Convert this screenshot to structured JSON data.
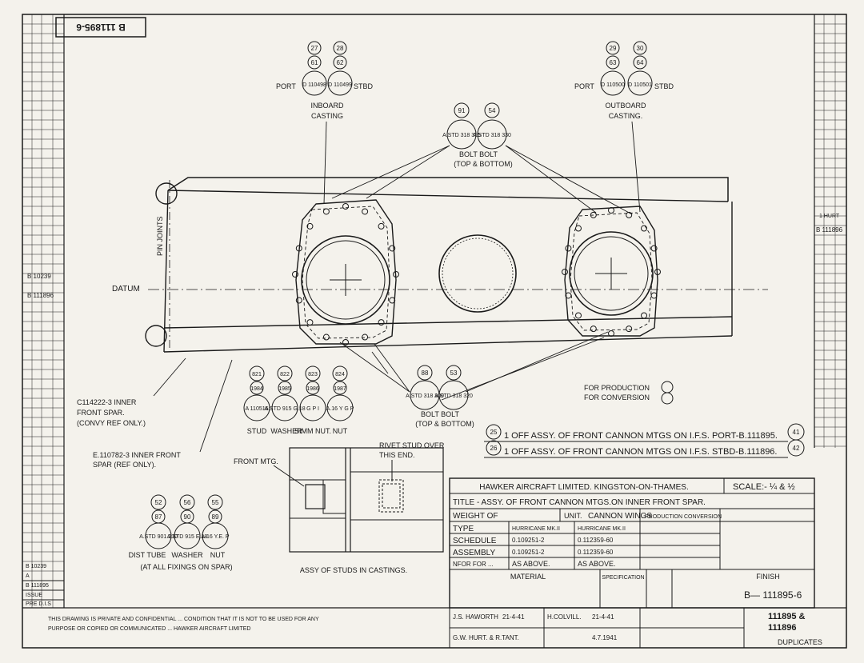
{
  "drawing_number_tag": "B 111895-6",
  "left_margin_refs": [
    "B 10239",
    "B 111896"
  ],
  "right_margin_refs": [
    "1 HURT",
    "B 111896"
  ],
  "datum_label": "DATUM",
  "pin_joints_label": "PIN JOINTS",
  "balloons": {
    "inboard": {
      "items": [
        [
          "27",
          "61",
          "D 110498"
        ],
        [
          "28",
          "62",
          "D 110499"
        ]
      ],
      "port": "PORT",
      "stbd": "STBD",
      "caption_1": "INBOARD",
      "caption_2": "CASTING"
    },
    "outboard": {
      "items": [
        [
          "29",
          "63",
          "D 110500"
        ],
        [
          "30",
          "64",
          "D 110501"
        ]
      ],
      "port": "PORT",
      "stbd": "STBD",
      "caption_1": "OUTBOARD",
      "caption_2": "CASTING."
    },
    "bolt_top": {
      "items": [
        [
          "91",
          "A.STD 318 315"
        ],
        [
          "54",
          "A.STD 318 330"
        ]
      ],
      "caption_1": "BOLT    BOLT",
      "caption_2": "(TOP & BOTTOM)"
    },
    "bolt_bottom": {
      "items": [
        [
          "88",
          "A.STD 318 300"
        ],
        [
          "53",
          "A.STD 318 320"
        ]
      ],
      "caption_1": "BOLT    BOLT",
      "caption_2": "(TOP & BOTTOM)"
    },
    "studs": {
      "items": [
        [
          "821",
          "1984",
          "A 110515",
          "STUD"
        ],
        [
          "822",
          "1985",
          "A.STD 915 G.18",
          "WASHER"
        ],
        [
          "823",
          "1986",
          "G P I",
          "SIMM NUT."
        ],
        [
          "824",
          "1987",
          "A.16 Y G P",
          "NUT"
        ]
      ]
    },
    "tubes": {
      "items": [
        [
          "52",
          "87",
          "A.STD 901 210",
          "DIST TUBE"
        ],
        [
          "56",
          "90",
          "A.STD 915 E.18",
          "WASHER"
        ],
        [
          "55",
          "89",
          "A.16 Y.E. P",
          "NUT"
        ]
      ],
      "caption_2": "(AT ALL FIXINGS ON SPAR)"
    }
  },
  "spar_labels": {
    "c114222_1": "C114222-3  INNER",
    "c114222_2": "FRONT SPAR.",
    "c114222_3": "(CONVY REF ONLY.)",
    "e110782_1": "E.110782-3 INNER FRONT",
    "e110782_2": "SPAR (REF ONLY)."
  },
  "production_notes": [
    "FOR PRODUCTION",
    "FOR CONVERSION"
  ],
  "assembly_notes": [
    {
      "left": "25",
      "text": "1 OFF ASSY. OF FRONT CANNON MTGS ON I.F.S. PORT-B.111895.",
      "right": "41"
    },
    {
      "left": "26",
      "text": "1 OFF ASSY. OF FRONT CANNON MTGS ON I.F.S. STBD-B.111896.",
      "right": "42"
    }
  ],
  "detail": {
    "front_mtg": "FRONT MTG.",
    "rivet_1": "RIVET STUD OVER",
    "rivet_2": "THIS END.",
    "caption": "ASSY OF STUDS IN CASTINGS."
  },
  "title_block": {
    "company": "HAWKER AIRCRAFT LIMITED.  KINGSTON-ON-THAMES.",
    "scale": "SCALE:-  ¼ & ½",
    "title": "TITLE - ASSY. OF FRONT CANNON MTGS.ON INNER FRONT SPAR.",
    "weight_of": "WEIGHT OF",
    "unit": "UNIT.",
    "unit_value": "CANNON WINGS",
    "production_conversion": "PRODUCTION CONVERSION",
    "type": "TYPE",
    "type_1": "HURRICANE MK.II",
    "type_2": "HURRICANE MK.II",
    "schedule": "SCHEDULE",
    "schedule_1": "0.109251-2",
    "schedule_2": "0.112359-60",
    "assembly": "ASSEMBLY",
    "assembly_1": "0.109251-2",
    "assembly_2": "0.112359-60",
    "nfor": "NFOR FOR ...",
    "as_above_1": "AS ABOVE.",
    "as_above_2": "AS ABOVE.",
    "material": "MATERIAL",
    "specification": "SPECIFICATION",
    "finish": "FINISH",
    "drawing_no": "B— 111895-6",
    "drawn_by": "J.S. HAWORTH",
    "drawn_date": "21-4-41",
    "traced_by": "H.COLVILL.",
    "traced_date": "21-4-41",
    "checked_by": "G.W. HURT. & R.TANT.",
    "approved_date": "4.7.1941",
    "numbers_1": "111895 &",
    "numbers_2": "111896",
    "duplicates": "DUPLICATES"
  },
  "bottom_left_refs": [
    "B 10239",
    "A",
    "B 111895",
    "ISSUE",
    "PRE D.I.S"
  ],
  "copyright_1": "THIS DRAWING IS PRIVATE AND CONFIDENTIAL ... CONDITION THAT IT IS NOT TO BE USED FOR ANY",
  "copyright_2": "PURPOSE OR COPIED OR COMMUNICATED ... HAWKER AIRCRAFT LIMITED"
}
